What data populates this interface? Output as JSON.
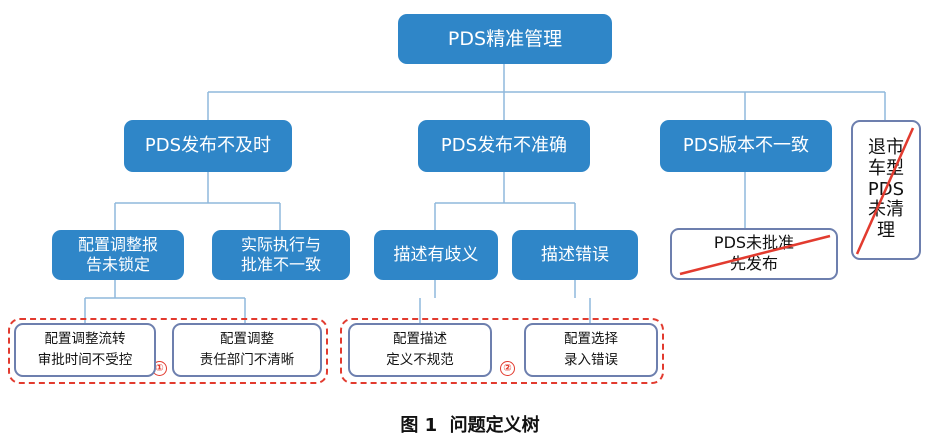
{
  "root": {
    "label": "PDS精准管理"
  },
  "level1": [
    {
      "label": "PDS发布不及时"
    },
    {
      "label": "PDS发布不准确"
    },
    {
      "label": "PDS版本不一致"
    },
    {
      "label": "退市\n车型\nPDS\n未清\n理"
    }
  ],
  "level2": [
    {
      "label": "配置调整报\n告未锁定"
    },
    {
      "label": "实际执行与\n批准不一致"
    },
    {
      "label": "描述有歧义"
    },
    {
      "label": "描述错误"
    },
    {
      "label": "PDS未批准\n先发布"
    }
  ],
  "level3": [
    {
      "label": "配置调整流转\n审批时间不受控"
    },
    {
      "label": "配置调整\n责任部门不清晰"
    },
    {
      "label": "配置描述\n定义不规范"
    },
    {
      "label": "配置选择\n录入错误"
    }
  ],
  "groups": [
    {
      "marker": "①"
    },
    {
      "marker": "②"
    }
  ],
  "caption": "图 1  问题定义树",
  "colors": {
    "box_fill": "#2f86c8",
    "line": "#8fb8dc",
    "dash": "#e23b2f",
    "cross": "#e23b2f"
  }
}
